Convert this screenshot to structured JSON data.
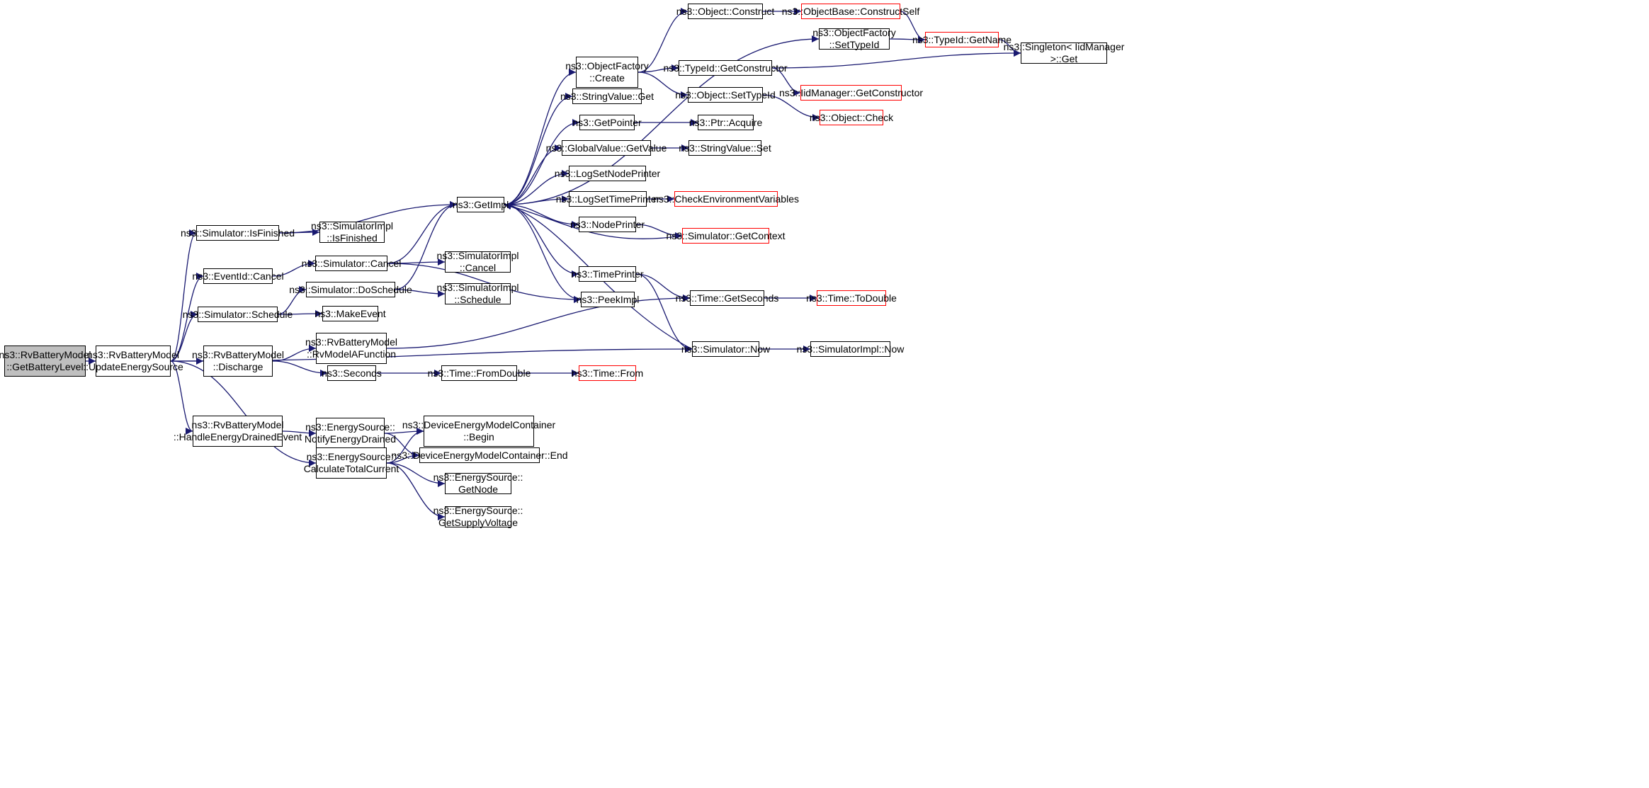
{
  "colors": {
    "edge": "#191970",
    "border": "#000000",
    "truncated_border": "#ff0000",
    "root_fill": "#bfbfbf"
  },
  "nodes": [
    {
      "id": "getbatterylevel",
      "lines": [
        "ns3::RvBatteryModel",
        "::GetBatteryLevel"
      ],
      "style": "root"
    },
    {
      "id": "updateenergysource",
      "lines": [
        "ns3::RvBatteryModel",
        "::UpdateEnergySource"
      ],
      "style": "normal"
    },
    {
      "id": "sim-isfinished",
      "lines": [
        "ns3::Simulator::IsFinished"
      ],
      "style": "normal"
    },
    {
      "id": "eventid-cancel",
      "lines": [
        "ns3::EventId::Cancel"
      ],
      "style": "normal"
    },
    {
      "id": "sim-schedule",
      "lines": [
        "ns3::Simulator::Schedule"
      ],
      "style": "normal"
    },
    {
      "id": "discharge",
      "lines": [
        "ns3::RvBatteryModel",
        "::Discharge"
      ],
      "style": "normal"
    },
    {
      "id": "handleenergydrained",
      "lines": [
        "ns3::RvBatteryModel",
        "::HandleEnergyDrainedEvent"
      ],
      "style": "normal"
    },
    {
      "id": "simimpl-isfinished",
      "lines": [
        "ns3::SimulatorImpl",
        "::IsFinished"
      ],
      "style": "normal"
    },
    {
      "id": "sim-cancel",
      "lines": [
        "ns3::Simulator::Cancel"
      ],
      "style": "normal"
    },
    {
      "id": "sim-doschedule",
      "lines": [
        "ns3::Simulator::DoSchedule"
      ],
      "style": "normal"
    },
    {
      "id": "makeevent",
      "lines": [
        "ns3::MakeEvent"
      ],
      "style": "normal"
    },
    {
      "id": "rvmodelafunction",
      "lines": [
        "ns3::RvBatteryModel",
        "::RvModelAFunction"
      ],
      "style": "normal"
    },
    {
      "id": "seconds",
      "lines": [
        "ns3::Seconds"
      ],
      "style": "normal"
    },
    {
      "id": "notifyenergydrained",
      "lines": [
        "ns3::EnergySource::",
        "NotifyEnergyDrained"
      ],
      "style": "normal"
    },
    {
      "id": "calculatetotalcurrent",
      "lines": [
        "ns3::EnergySource::",
        "CalculateTotalCurrent"
      ],
      "style": "normal"
    },
    {
      "id": "getimpl",
      "lines": [
        "ns3::GetImpl"
      ],
      "style": "normal"
    },
    {
      "id": "simimpl-cancel",
      "lines": [
        "ns3::SimulatorImpl",
        "::Cancel"
      ],
      "style": "normal"
    },
    {
      "id": "simimpl-schedule",
      "lines": [
        "ns3::SimulatorImpl",
        "::Schedule"
      ],
      "style": "normal"
    },
    {
      "id": "time-fromdouble",
      "lines": [
        "ns3::Time::FromDouble"
      ],
      "style": "normal"
    },
    {
      "id": "demc-begin",
      "lines": [
        "ns3::DeviceEnergyModelContainer",
        "::Begin"
      ],
      "style": "normal"
    },
    {
      "id": "demc-end",
      "lines": [
        "ns3::DeviceEnergyModelContainer::End"
      ],
      "style": "normal"
    },
    {
      "id": "es-getnode",
      "lines": [
        "ns3::EnergySource::",
        "GetNode"
      ],
      "style": "normal"
    },
    {
      "id": "es-getsupplyvoltage",
      "lines": [
        "ns3::EnergySource::",
        "GetSupplyVoltage"
      ],
      "style": "normal"
    },
    {
      "id": "objectfactory-create",
      "lines": [
        "ns3::ObjectFactory",
        "::Create"
      ],
      "style": "normal"
    },
    {
      "id": "stringvalue-get",
      "lines": [
        "ns3::StringValue::Get"
      ],
      "style": "normal"
    },
    {
      "id": "getpointer",
      "lines": [
        "ns3::GetPointer"
      ],
      "style": "normal"
    },
    {
      "id": "globalvalue-getvalue",
      "lines": [
        "ns3::GlobalValue::GetValue"
      ],
      "style": "normal"
    },
    {
      "id": "logsetnodeprinter",
      "lines": [
        "ns3::LogSetNodePrinter"
      ],
      "style": "normal"
    },
    {
      "id": "logsettimeprinter",
      "lines": [
        "ns3::LogSetTimePrinter"
      ],
      "style": "normal"
    },
    {
      "id": "nodeprinter",
      "lines": [
        "ns3::NodePrinter"
      ],
      "style": "normal"
    },
    {
      "id": "timeprinter",
      "lines": [
        "ns3::TimePrinter"
      ],
      "style": "normal"
    },
    {
      "id": "peekimpl",
      "lines": [
        "ns3::PeekImpl"
      ],
      "style": "normal"
    },
    {
      "id": "time-from",
      "lines": [
        "ns3::Time::From"
      ],
      "style": "red"
    },
    {
      "id": "object-construct",
      "lines": [
        "ns3::Object::Construct"
      ],
      "style": "normal"
    },
    {
      "id": "objectfactory-settypeid",
      "lines": [
        "ns3::ObjectFactory",
        "::SetTypeId"
      ],
      "style": "normal"
    },
    {
      "id": "typeid-getconstructor",
      "lines": [
        "ns3::TypeId::GetConstructor"
      ],
      "style": "normal"
    },
    {
      "id": "object-settypeid",
      "lines": [
        "ns3::Object::SetTypeId"
      ],
      "style": "normal"
    },
    {
      "id": "ptr-acquire",
      "lines": [
        "ns3::Ptr::Acquire"
      ],
      "style": "normal"
    },
    {
      "id": "stringvalue-set",
      "lines": [
        "ns3::StringValue::Set"
      ],
      "style": "normal"
    },
    {
      "id": "checkenvvars",
      "lines": [
        "ns3::CheckEnvironmentVariables"
      ],
      "style": "red"
    },
    {
      "id": "sim-getcontext",
      "lines": [
        "ns3::Simulator::GetContext"
      ],
      "style": "red"
    },
    {
      "id": "time-getseconds",
      "lines": [
        "ns3::Time::GetSeconds"
      ],
      "style": "normal"
    },
    {
      "id": "sim-now",
      "lines": [
        "ns3::Simulator::Now"
      ],
      "style": "normal"
    },
    {
      "id": "objectbase-constructself",
      "lines": [
        "ns3::ObjectBase::ConstructSelf"
      ],
      "style": "red"
    },
    {
      "id": "typeid-getname",
      "lines": [
        "ns3::TypeId::GetName"
      ],
      "style": "red"
    },
    {
      "id": "iidmanager-getconstructor",
      "lines": [
        "ns3::IidManager::GetConstructor"
      ],
      "style": "red"
    },
    {
      "id": "object-check",
      "lines": [
        "ns3::Object::Check"
      ],
      "style": "red"
    },
    {
      "id": "time-todouble",
      "lines": [
        "ns3::Time::ToDouble"
      ],
      "style": "red"
    },
    {
      "id": "simimpl-now",
      "lines": [
        "ns3::SimulatorImpl::Now"
      ],
      "style": "normal"
    },
    {
      "id": "singleton-get",
      "lines": [
        "ns3::Singleton< IidManager",
        ">::Get"
      ],
      "style": "normal"
    }
  ],
  "edges": [
    [
      "getbatterylevel",
      "updateenergysource"
    ],
    [
      "updateenergysource",
      "sim-isfinished"
    ],
    [
      "updateenergysource",
      "eventid-cancel"
    ],
    [
      "updateenergysource",
      "sim-schedule"
    ],
    [
      "updateenergysource",
      "discharge"
    ],
    [
      "updateenergysource",
      "handleenergydrained"
    ],
    [
      "updateenergysource",
      "calculatetotalcurrent"
    ],
    [
      "updateenergysource",
      "sim-now"
    ],
    [
      "sim-isfinished",
      "simimpl-isfinished"
    ],
    [
      "sim-isfinished",
      "getimpl"
    ],
    [
      "eventid-cancel",
      "sim-cancel"
    ],
    [
      "sim-cancel",
      "simimpl-cancel"
    ],
    [
      "sim-cancel",
      "getimpl"
    ],
    [
      "sim-cancel",
      "peekimpl"
    ],
    [
      "sim-schedule",
      "sim-doschedule"
    ],
    [
      "sim-schedule",
      "makeevent"
    ],
    [
      "sim-doschedule",
      "simimpl-schedule"
    ],
    [
      "sim-doschedule",
      "getimpl"
    ],
    [
      "discharge",
      "rvmodelafunction"
    ],
    [
      "discharge",
      "seconds"
    ],
    [
      "rvmodelafunction",
      "time-getseconds"
    ],
    [
      "seconds",
      "time-fromdouble"
    ],
    [
      "time-fromdouble",
      "time-from"
    ],
    [
      "handleenergydrained",
      "notifyenergydrained"
    ],
    [
      "notifyenergydrained",
      "demc-begin"
    ],
    [
      "notifyenergydrained",
      "demc-end"
    ],
    [
      "calculatetotalcurrent",
      "demc-begin"
    ],
    [
      "calculatetotalcurrent",
      "demc-end"
    ],
    [
      "calculatetotalcurrent",
      "es-getnode"
    ],
    [
      "calculatetotalcurrent",
      "es-getsupplyvoltage"
    ],
    [
      "getimpl",
      "objectfactory-create"
    ],
    [
      "getimpl",
      "stringvalue-get"
    ],
    [
      "getimpl",
      "getpointer"
    ],
    [
      "getimpl",
      "globalvalue-getvalue"
    ],
    [
      "getimpl",
      "logsetnodeprinter"
    ],
    [
      "getimpl",
      "logsettimeprinter"
    ],
    [
      "getimpl",
      "nodeprinter"
    ],
    [
      "getimpl",
      "timeprinter"
    ],
    [
      "getimpl",
      "peekimpl"
    ],
    [
      "getimpl",
      "objectfactory-settypeid"
    ],
    [
      "objectfactory-create",
      "object-construct"
    ],
    [
      "objectfactory-create",
      "typeid-getconstructor"
    ],
    [
      "objectfactory-create",
      "object-settypeid"
    ],
    [
      "object-construct",
      "objectbase-constructself"
    ],
    [
      "objectbase-constructself",
      "typeid-getname"
    ],
    [
      "objectfactory-settypeid",
      "typeid-getname"
    ],
    [
      "typeid-getname",
      "singleton-get"
    ],
    [
      "typeid-getconstructor",
      "singleton-get"
    ],
    [
      "typeid-getconstructor",
      "iidmanager-getconstructor"
    ],
    [
      "object-settypeid",
      "object-check"
    ],
    [
      "getpointer",
      "ptr-acquire"
    ],
    [
      "globalvalue-getvalue",
      "stringvalue-set"
    ],
    [
      "logsettimeprinter",
      "checkenvvars"
    ],
    [
      "nodeprinter",
      "sim-getcontext"
    ],
    [
      "sim-getcontext",
      "getimpl"
    ],
    [
      "timeprinter",
      "time-getseconds"
    ],
    [
      "timeprinter",
      "sim-now"
    ],
    [
      "time-getseconds",
      "time-todouble"
    ],
    [
      "sim-now",
      "simimpl-now"
    ],
    [
      "sim-now",
      "getimpl"
    ]
  ]
}
